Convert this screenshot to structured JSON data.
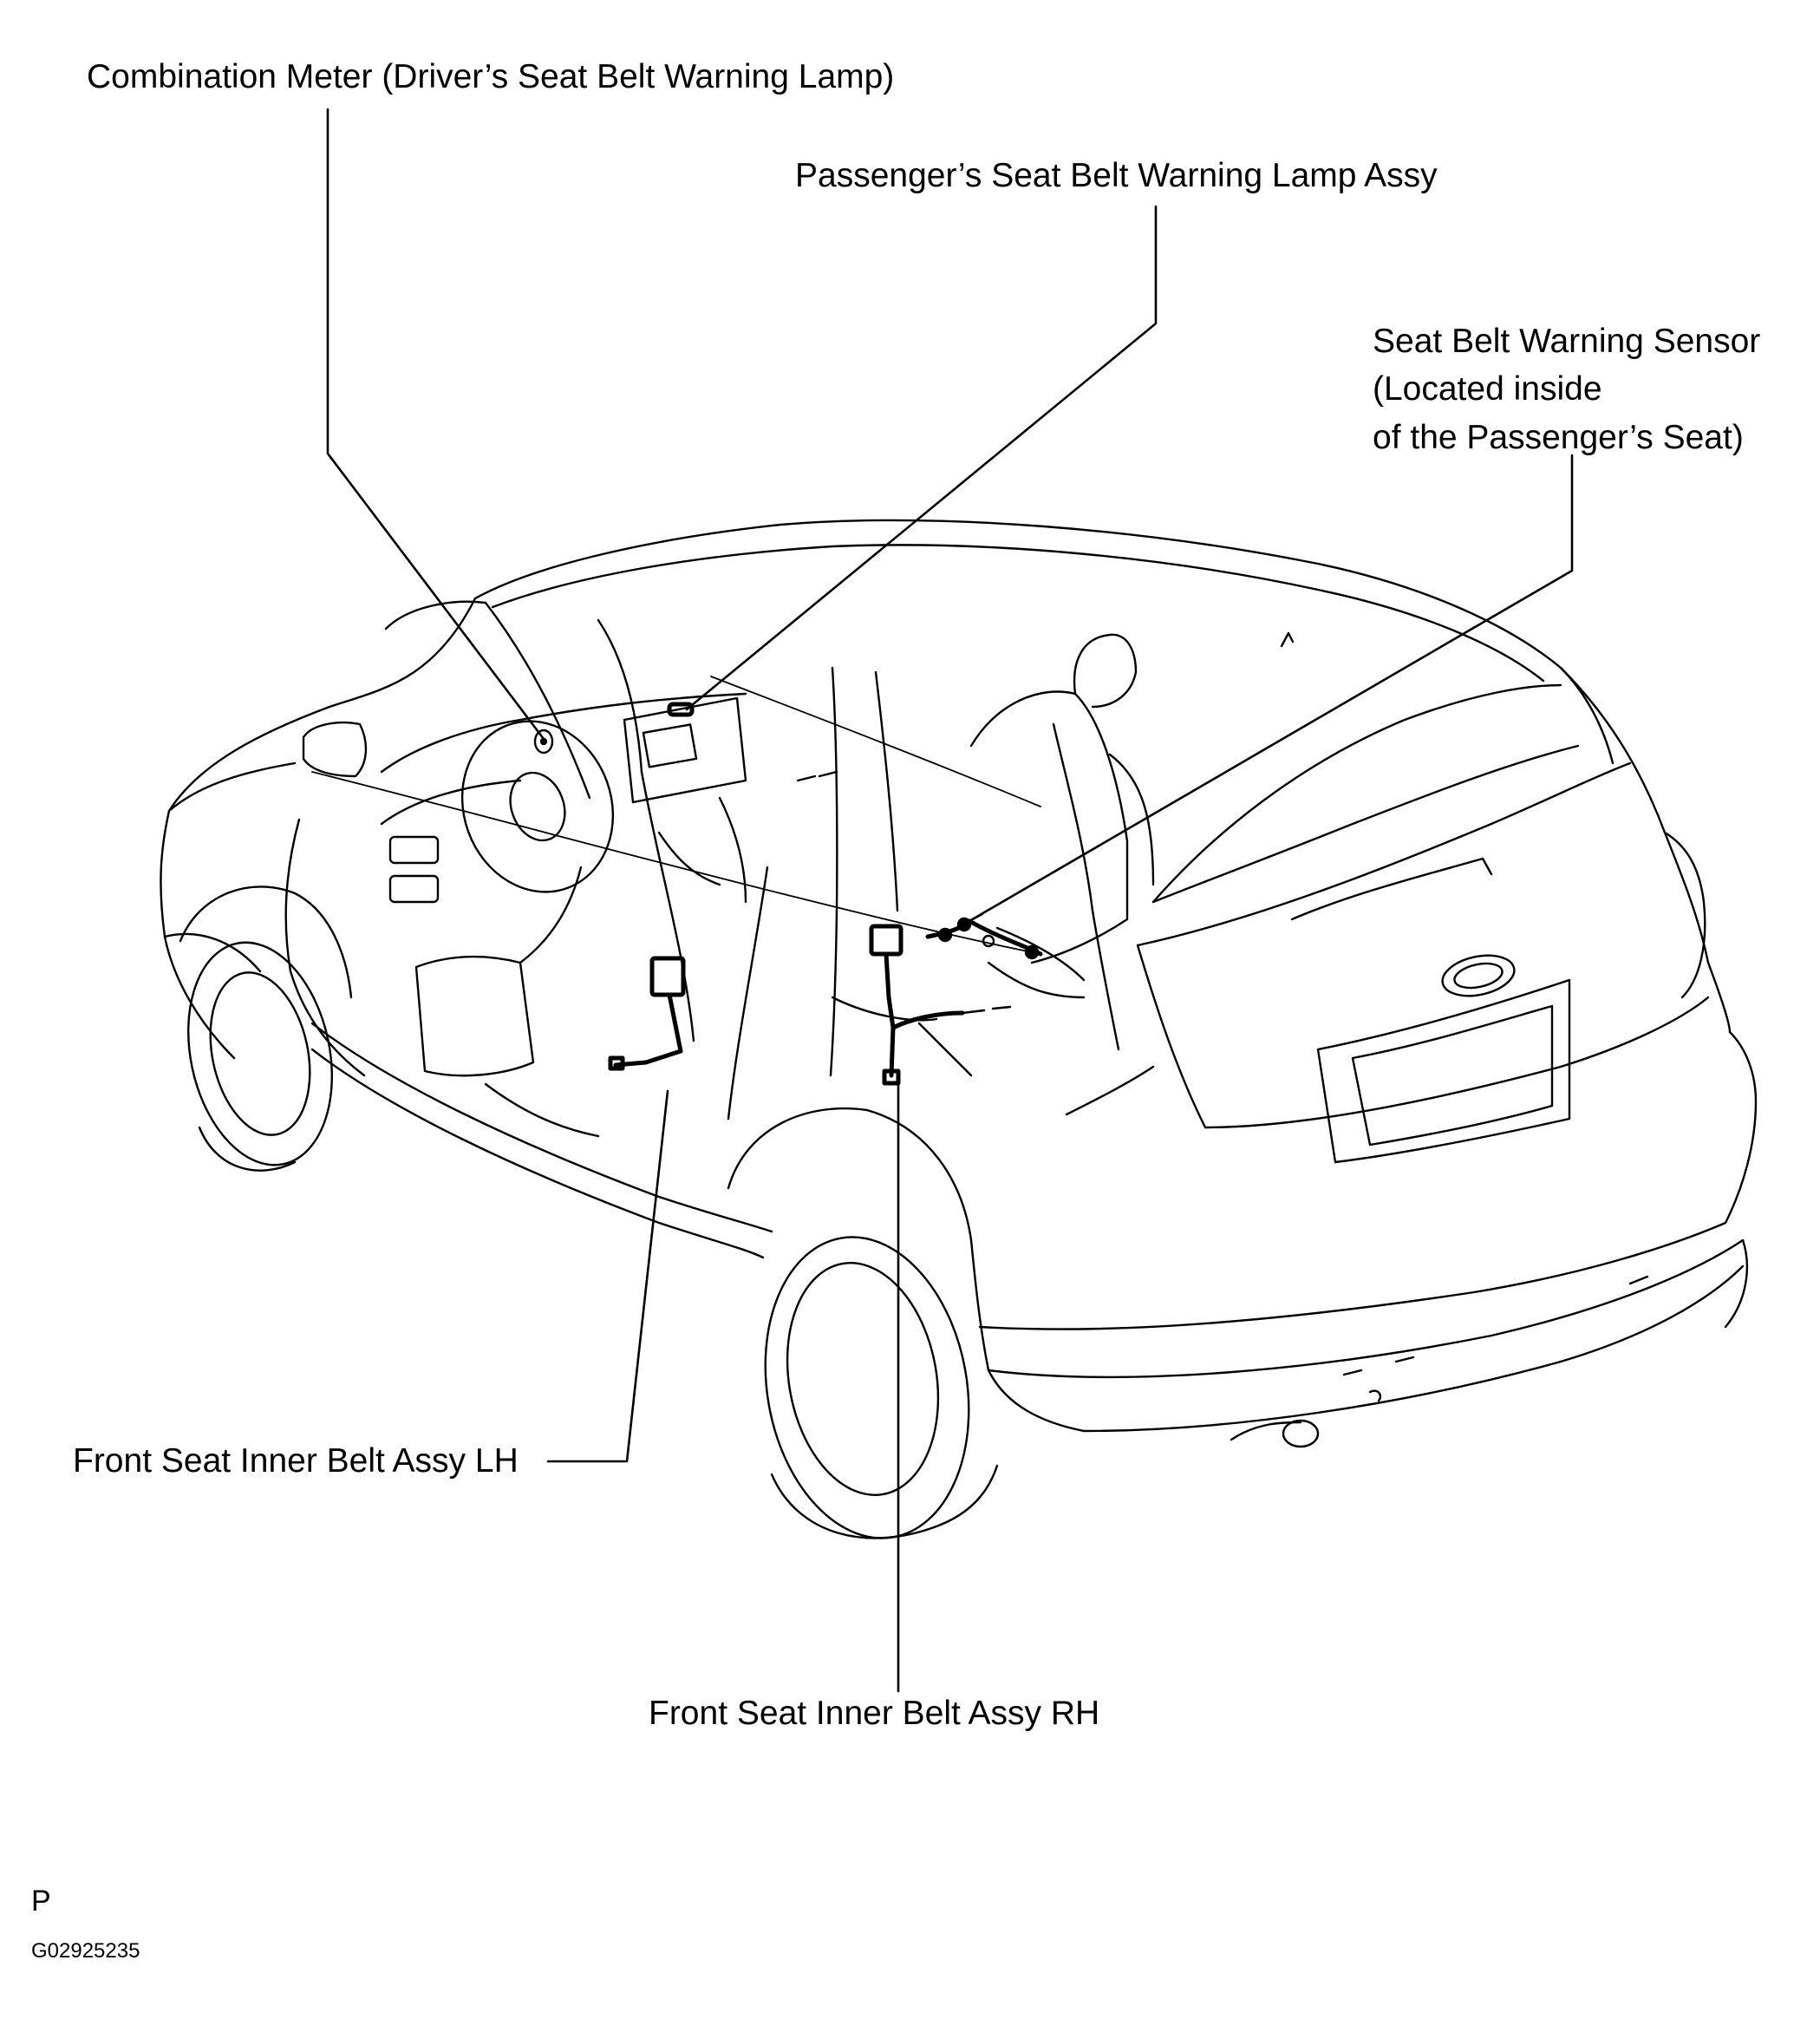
{
  "labels": {
    "combination_meter": "Combination Meter (Driver’s Seat Belt Warning Lamp)",
    "passenger_lamp": "Passenger’s Seat Belt Warning Lamp Assy",
    "sensor_line1": "Seat Belt Warning Sensor",
    "sensor_line2": "(Located inside",
    "sensor_line3": "of the Passenger’s Seat)",
    "inner_belt_lh": "Front Seat Inner Belt Assy LH",
    "inner_belt_rh": "Front Seat Inner Belt Assy RH"
  },
  "footer": {
    "section_letter": "P",
    "figure_code": "G02925235"
  }
}
